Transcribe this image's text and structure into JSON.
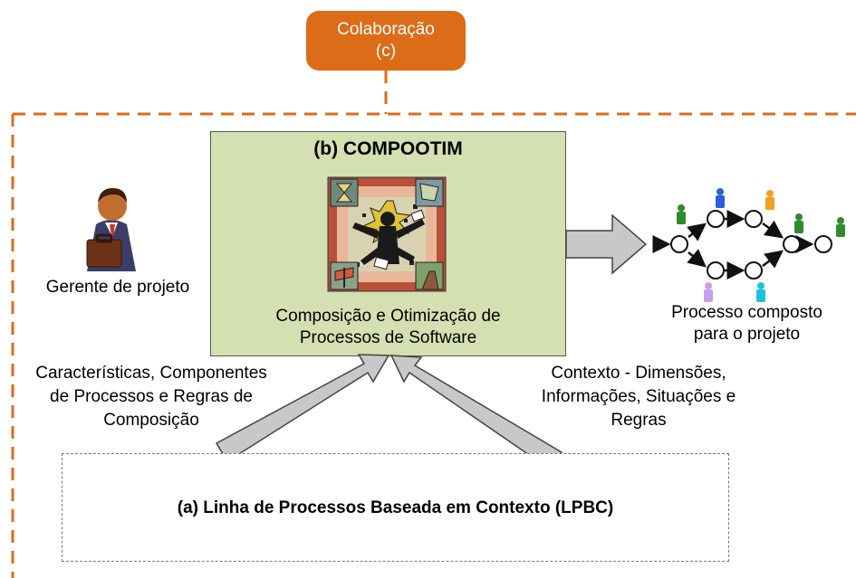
{
  "collaboration": {
    "label": "Colaboração\n(c)"
  },
  "compootim": {
    "title": "(b) COMPOOTIM",
    "caption_line1": "Composição e Otimização de",
    "caption_line2": "Processos de Software"
  },
  "manager": {
    "label": "Gerente de projeto"
  },
  "process": {
    "label_line1": "Processo composto",
    "label_line2": "para o projeto"
  },
  "left_input": {
    "line1": "Características, Componentes",
    "line2": "de Processos e Regras de",
    "line3": "Composição"
  },
  "right_input": {
    "line1": "Contexto - Dimensões,",
    "line2": "Informações, Situações e",
    "line3": "Regras"
  },
  "lpbc": {
    "label": "(a) Linha de Processos Baseada em Contexto (LPBC)"
  },
  "colors": {
    "collab_orange": "#dc6c18",
    "compootim_green": "#d4e0b1",
    "arrow_gray": "#c8c8c8"
  }
}
